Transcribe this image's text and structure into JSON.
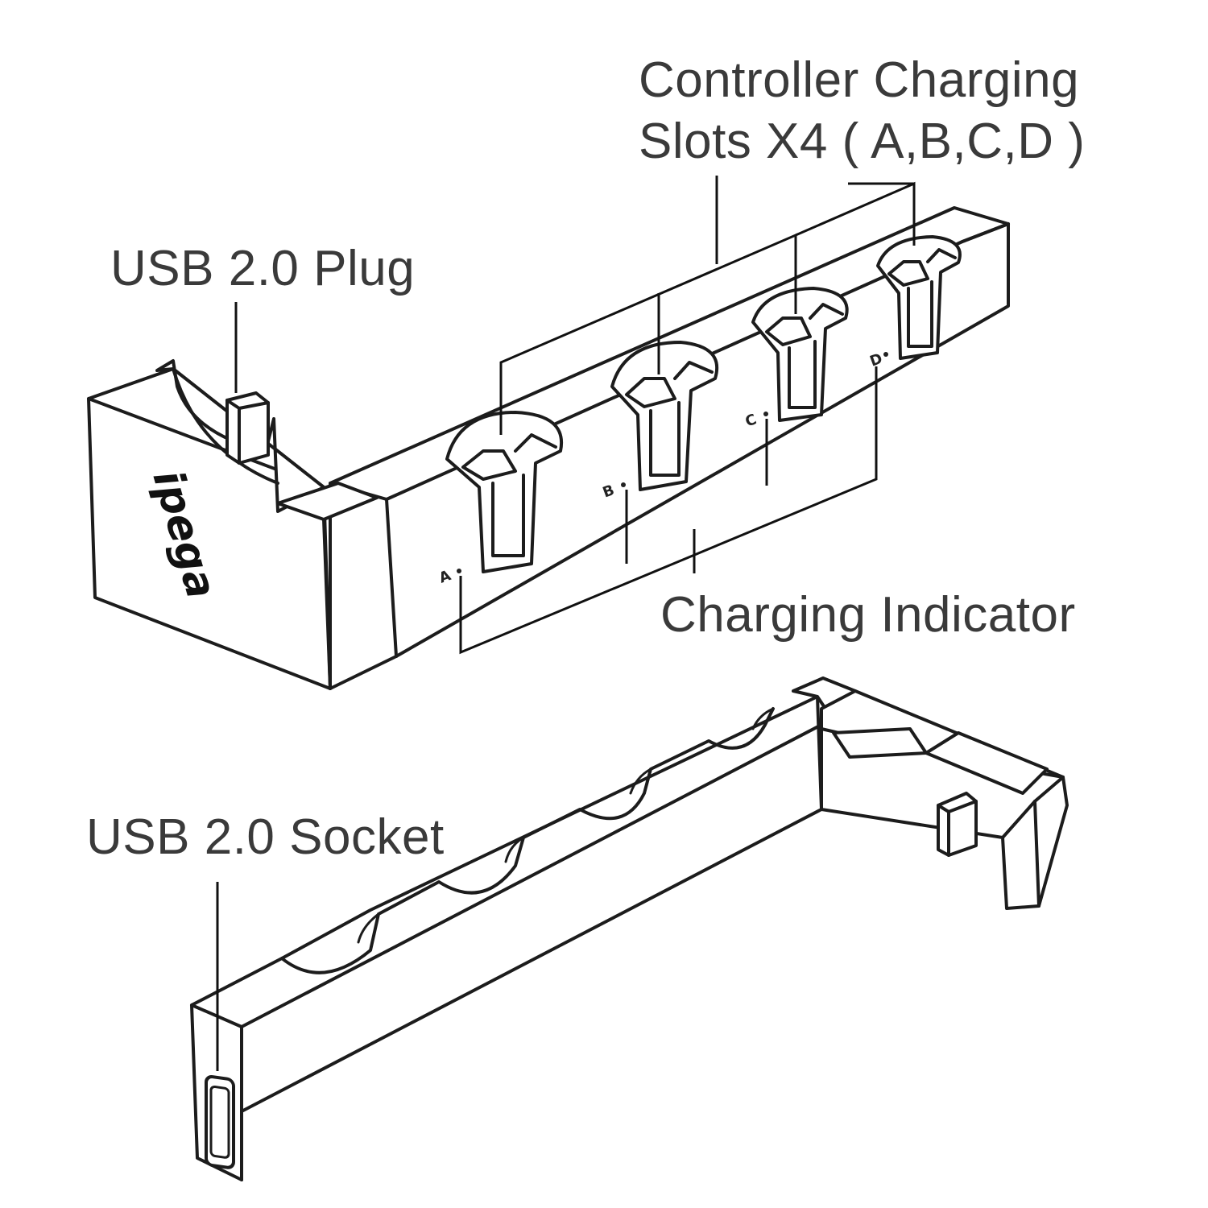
{
  "labels": {
    "slots_line1": "Controller Charging",
    "slots_line2": "Slots X4 ( A,B,C,D )",
    "plug": "USB 2.0 Plug",
    "indicator": "Charging Indicator",
    "socket": "USB 2.0 Socket"
  },
  "brand": "ipega",
  "slot_letters": [
    "A",
    "B",
    "C",
    "D"
  ],
  "colors": {
    "line": "#1c1c1c",
    "text": "#3a3a3a",
    "background": "#ffffff"
  }
}
